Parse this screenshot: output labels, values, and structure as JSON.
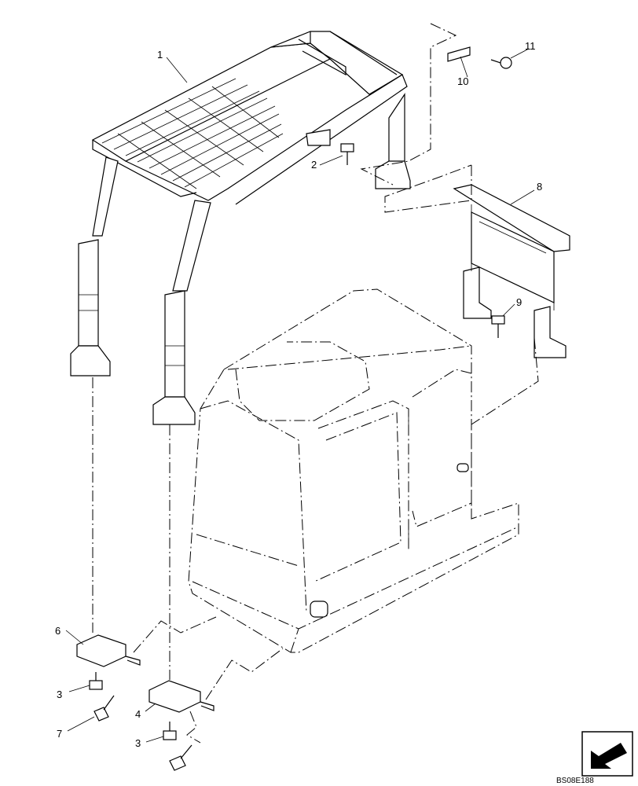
{
  "callouts": {
    "c1": "1",
    "c2": "2",
    "c3a": "3",
    "c3b": "3",
    "c4": "4",
    "c6": "6",
    "c7": "7",
    "c8": "8",
    "c9": "9",
    "c10": "10",
    "c11": "11"
  },
  "drawing_code": "BS08E188",
  "nav_icon": "arrow-navigation-icon"
}
